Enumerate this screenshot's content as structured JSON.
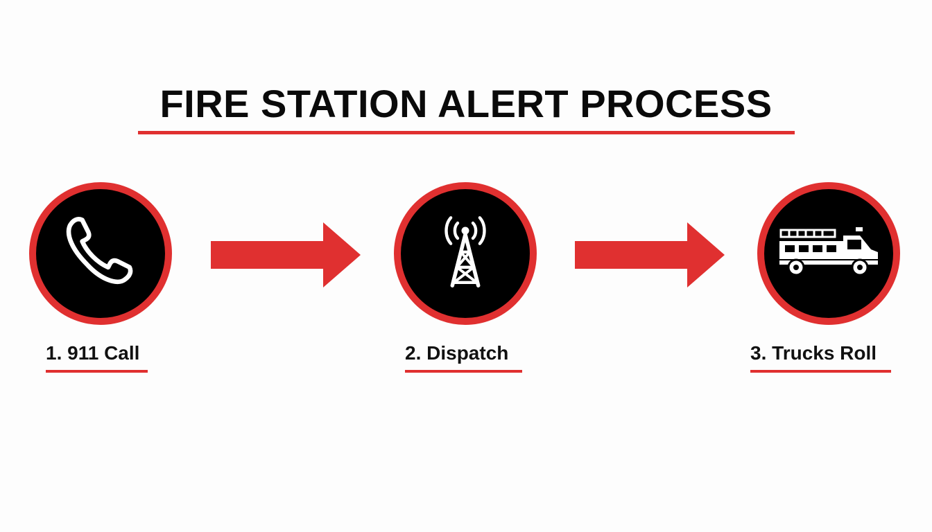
{
  "title": "FIRE STATION ALERT PROCESS",
  "colors": {
    "accent": "#e03030",
    "circle": "#000000",
    "icon": "#ffffff",
    "text": "#111111"
  },
  "steps": [
    {
      "label": "1. 911 Call",
      "icon": "phone-icon"
    },
    {
      "label": "2. Dispatch",
      "icon": "radio-tower-icon"
    },
    {
      "label": "3. Trucks Roll",
      "icon": "fire-truck-icon"
    }
  ]
}
